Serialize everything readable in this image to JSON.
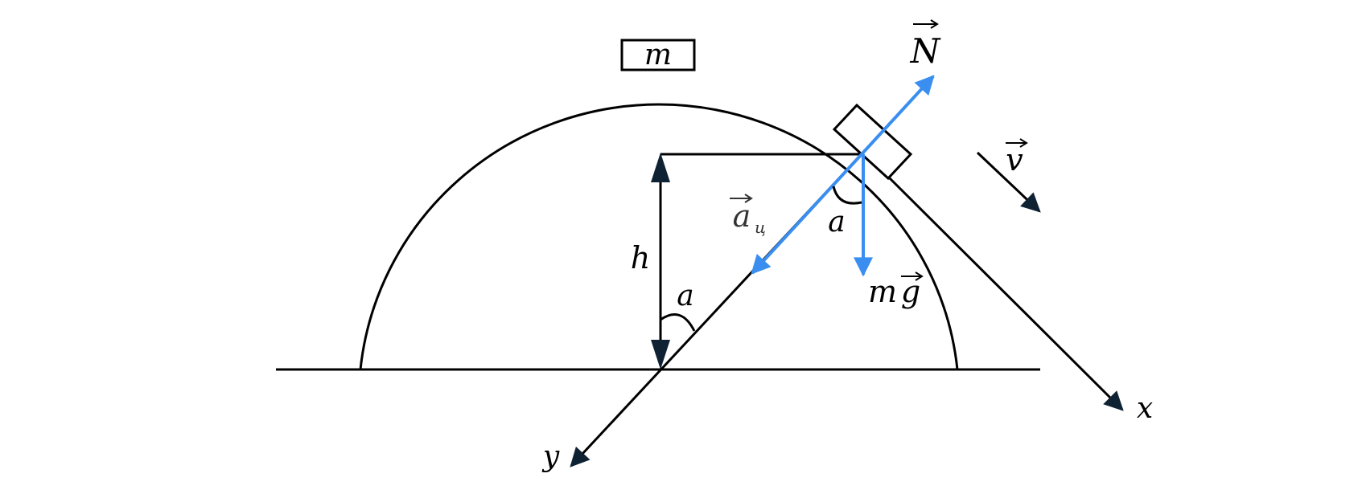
{
  "diagram": {
    "labels": {
      "mass": "m",
      "normal_force": "N",
      "velocity": "v",
      "centripetal_accel": "a",
      "centripetal_sub": "ц",
      "angle_top": "a",
      "angle_bottom": "a",
      "height": "h",
      "gravity_m": "m",
      "gravity_g": "g",
      "axis_x": "x",
      "axis_y": "y"
    },
    "colors": {
      "line": "#000000",
      "force_vectors": "#3a8ef0",
      "arrowheads": "#0f2233"
    }
  }
}
